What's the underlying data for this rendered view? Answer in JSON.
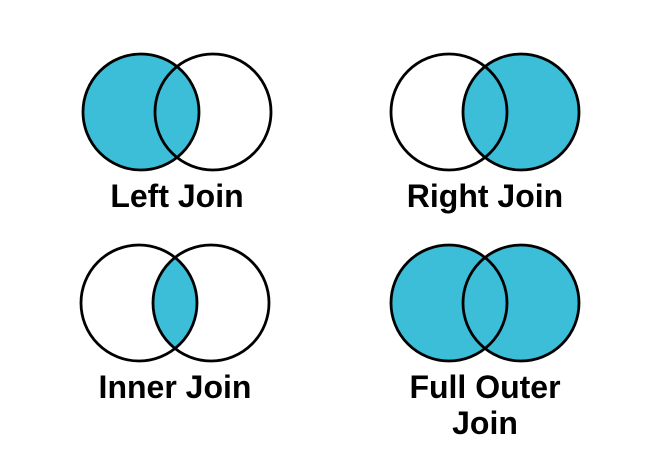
{
  "page": {
    "background": "#ffffff"
  },
  "colors": {
    "fill": "#3DBED8",
    "empty": "#ffffff",
    "stroke": "#000000",
    "label": "#000000"
  },
  "diagrams": [
    {
      "id": "left-join",
      "label": "Left Join",
      "regions": {
        "left": true,
        "intersection": true,
        "right": false
      }
    },
    {
      "id": "right-join",
      "label": "Right Join",
      "regions": {
        "left": false,
        "intersection": true,
        "right": true
      }
    },
    {
      "id": "inner-join",
      "label": "Inner Join",
      "regions": {
        "left": false,
        "intersection": true,
        "right": false
      }
    },
    {
      "id": "full-outer-join",
      "label": "Full Outer Join",
      "regions": {
        "left": true,
        "intersection": true,
        "right": true
      }
    }
  ]
}
